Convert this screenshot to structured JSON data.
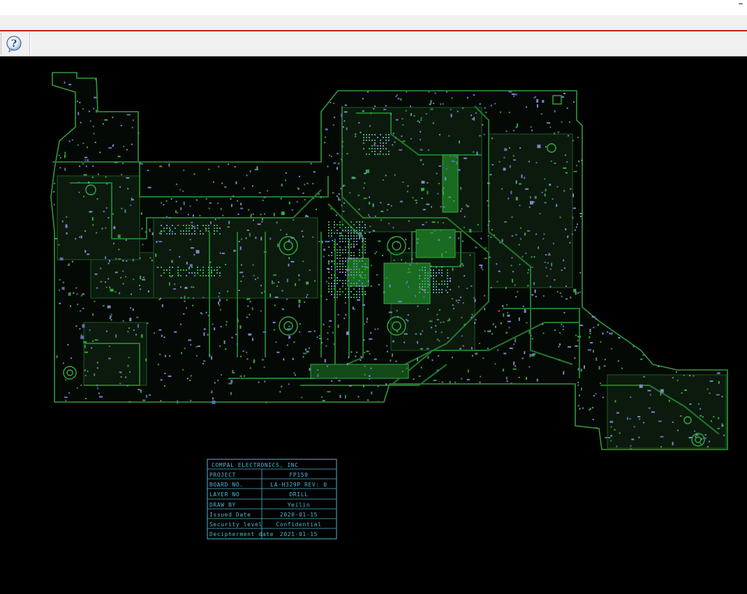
{
  "window": {
    "minimize_glyph": "–"
  },
  "toolbar": {
    "help_icon": "help-question-icon"
  },
  "colors": {
    "accent_line": "#c41e1e",
    "board_outline": "#2e9a3c",
    "trace_green": "#1f6f2a",
    "pad_blue": "#7a88c8",
    "title_block": "#4fb9d6",
    "canvas_bg": "#000000"
  },
  "title_block": {
    "company": "COMPAL ELECTRONICS, INC",
    "rows": [
      {
        "label": "PROJECT",
        "value": "FP150"
      },
      {
        "label": "BOARD NO.",
        "value": "LA-H329P  REV: 0"
      },
      {
        "label": "LAYER NO",
        "value": "DRILL"
      },
      {
        "label": "DRAW BY",
        "value": "Yeilin"
      },
      {
        "label": "Issued Date",
        "value": "2020-01-15"
      },
      {
        "label": "Security level",
        "value": "Confidential"
      },
      {
        "label": "Decipherment date",
        "value": "2021-01-15"
      }
    ]
  }
}
